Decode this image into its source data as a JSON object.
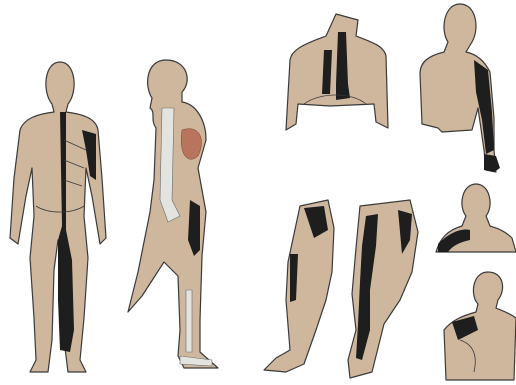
{
  "colors": {
    "background": "#ffffff",
    "skin": "#cfb79e",
    "outline": "#3a3a3a",
    "band": "#1e1e1e",
    "bone": "#e3e3e0",
    "organ": "#b8745c"
  },
  "figures": [
    {
      "name": "full-body-back-view"
    },
    {
      "name": "side-view-with-skeleton"
    },
    {
      "name": "torso-front-view"
    },
    {
      "name": "upper-body-arm-view"
    },
    {
      "name": "leg-front-view"
    },
    {
      "name": "leg-back-view"
    },
    {
      "name": "head-neck-shoulder-view"
    },
    {
      "name": "shoulder-closeup-view"
    }
  ]
}
